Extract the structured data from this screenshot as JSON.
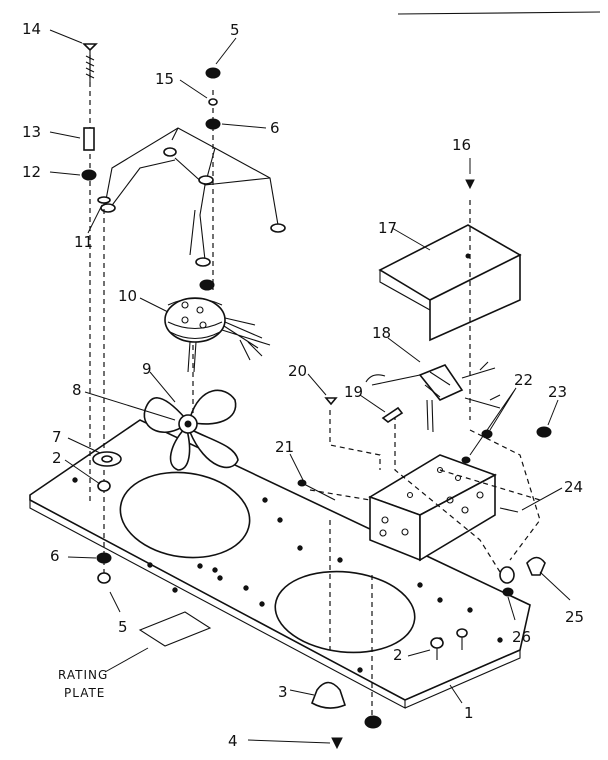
{
  "diagram": {
    "callouts": {
      "c1": "1",
      "c2a": "2",
      "c2b": "2",
      "c3": "3",
      "c4": "4",
      "c5a": "5",
      "c5b": "5",
      "c6a": "6",
      "c6b": "6",
      "c7": "7",
      "c8": "8",
      "c9": "9",
      "c10": "10",
      "c11": "11",
      "c12": "12",
      "c13": "13",
      "c14": "14",
      "c15": "15",
      "c16": "16",
      "c17": "17",
      "c18": "18",
      "c19": "19",
      "c20": "20",
      "c21": "21",
      "c22": "22",
      "c23": "23",
      "c24": "24",
      "c25": "25",
      "c26": "26"
    },
    "rating_plate": {
      "line1": "RATING",
      "line2": "PLATE"
    }
  }
}
